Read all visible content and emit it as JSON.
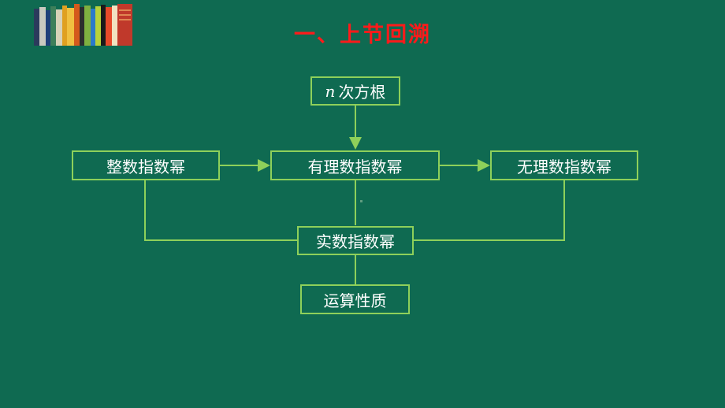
{
  "title": "一、上节回溯",
  "decoration": {
    "books_image": "stack-of-books-icon"
  },
  "colors": {
    "background": "#0f6a51",
    "title": "#ff1a1a",
    "box_border": "#8ed05a",
    "text": "#ffffff",
    "line": "#8ed05a"
  },
  "nodes": {
    "nth_root_var": "n",
    "nth_root_text": "次方根",
    "integer_exponent": "整数指数幂",
    "rational_exponent": "有理数指数幂",
    "irrational_exponent": "无理数指数幂",
    "real_exponent": "实数指数幂",
    "operation_properties": "运算性质"
  }
}
